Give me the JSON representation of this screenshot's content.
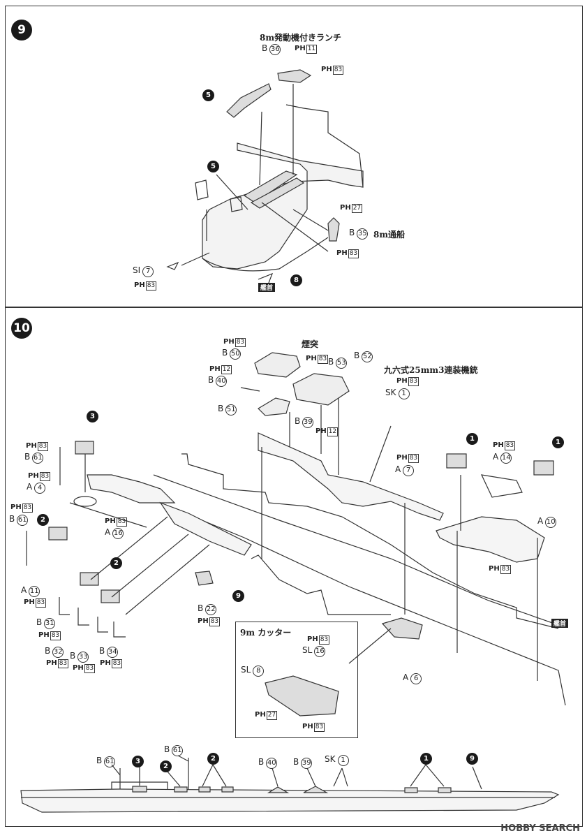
{
  "step9": {
    "number": "9",
    "title_launch": "8m発動機付きランチ",
    "title_boat": "8m通船",
    "labels": {
      "b36": {
        "letter": "B",
        "num": "36"
      },
      "ph11": {
        "letter": "PH",
        "num": "11"
      },
      "ph83a": {
        "letter": "PH",
        "num": "83"
      },
      "ph27": {
        "letter": "PH",
        "num": "27"
      },
      "b35": {
        "letter": "B",
        "num": "35"
      },
      "ph83b": {
        "letter": "PH",
        "num": "83"
      },
      "si7": {
        "letter": "SI",
        "num": "7"
      },
      "ph83c": {
        "letter": "PH",
        "num": "83"
      }
    },
    "callouts": [
      "5",
      "5",
      "8"
    ],
    "bow_label": "艦首"
  },
  "step10": {
    "number": "10",
    "title_funnel": "煙突",
    "title_mg": "九六式25mm3連装機銃",
    "title_cutter": "9m カッター",
    "labels": {
      "ph83_top": {
        "letter": "PH",
        "num": "83"
      },
      "b50": {
        "letter": "B",
        "num": "50"
      },
      "ph83_b53": {
        "letter": "PH",
        "num": "83"
      },
      "b53": {
        "letter": "B",
        "num": "53"
      },
      "b52": {
        "letter": "B",
        "num": "52"
      },
      "ph12a": {
        "letter": "PH",
        "num": "12"
      },
      "b40": {
        "letter": "B",
        "num": "40"
      },
      "b51": {
        "letter": "B",
        "num": "51"
      },
      "b39": {
        "letter": "B",
        "num": "39"
      },
      "ph12b": {
        "letter": "PH",
        "num": "12"
      },
      "ph83_sk": {
        "letter": "PH",
        "num": "83"
      },
      "sk1": {
        "letter": "SK",
        "num": "1"
      },
      "ph83_a7": {
        "letter": "PH",
        "num": "83"
      },
      "a7": {
        "letter": "A",
        "num": "7"
      },
      "ph83_a14": {
        "letter": "PH",
        "num": "83"
      },
      "a14": {
        "letter": "A",
        "num": "14"
      },
      "a10": {
        "letter": "A",
        "num": "10"
      },
      "ph83_a10": {
        "letter": "PH",
        "num": "83"
      },
      "ph83_b61a": {
        "letter": "PH",
        "num": "83"
      },
      "b61a": {
        "letter": "B",
        "num": "61"
      },
      "ph83_a4": {
        "letter": "PH",
        "num": "83"
      },
      "a4": {
        "letter": "A",
        "num": "4"
      },
      "ph83_a16": {
        "letter": "PH",
        "num": "83"
      },
      "a16": {
        "letter": "A",
        "num": "16"
      },
      "ph83_b61b": {
        "letter": "PH",
        "num": "83"
      },
      "b61b": {
        "letter": "B",
        "num": "61"
      },
      "a11": {
        "letter": "A",
        "num": "11"
      },
      "ph83_a11": {
        "letter": "PH",
        "num": "83"
      },
      "b31": {
        "letter": "B",
        "num": "31"
      },
      "ph83_b31": {
        "letter": "PH",
        "num": "83"
      },
      "b32": {
        "letter": "B",
        "num": "32"
      },
      "ph83_b32": {
        "letter": "PH",
        "num": "83"
      },
      "b33": {
        "letter": "B",
        "num": "33"
      },
      "ph83_b33": {
        "letter": "PH",
        "num": "83"
      },
      "b34": {
        "letter": "B",
        "num": "34"
      },
      "ph83_b34": {
        "letter": "PH",
        "num": "83"
      },
      "b22": {
        "letter": "B",
        "num": "22"
      },
      "ph83_b22": {
        "letter": "PH",
        "num": "83"
      },
      "ph83_cut": {
        "letter": "PH",
        "num": "83"
      },
      "sl16": {
        "letter": "SL",
        "num": "16"
      },
      "sl8": {
        "letter": "SL",
        "num": "8"
      },
      "ph27_cut": {
        "letter": "PH",
        "num": "27"
      },
      "ph83_cut2": {
        "letter": "PH",
        "num": "83"
      },
      "a6": {
        "letter": "A",
        "num": "6"
      }
    },
    "callouts": [
      "3",
      "2",
      "2",
      "1",
      "1",
      "9"
    ],
    "bow_label": "艦首"
  },
  "profile": {
    "labels": {
      "b61_l": {
        "letter": "B",
        "num": "61"
      },
      "b61_r": {
        "letter": "B",
        "num": "61"
      },
      "b40": {
        "letter": "B",
        "num": "40"
      },
      "b39": {
        "letter": "B",
        "num": "39"
      },
      "sk1": {
        "letter": "SK",
        "num": "1"
      }
    },
    "callouts": [
      "3",
      "2",
      "2",
      "1",
      "9"
    ]
  },
  "watermark": "HOBBY SEARCH"
}
